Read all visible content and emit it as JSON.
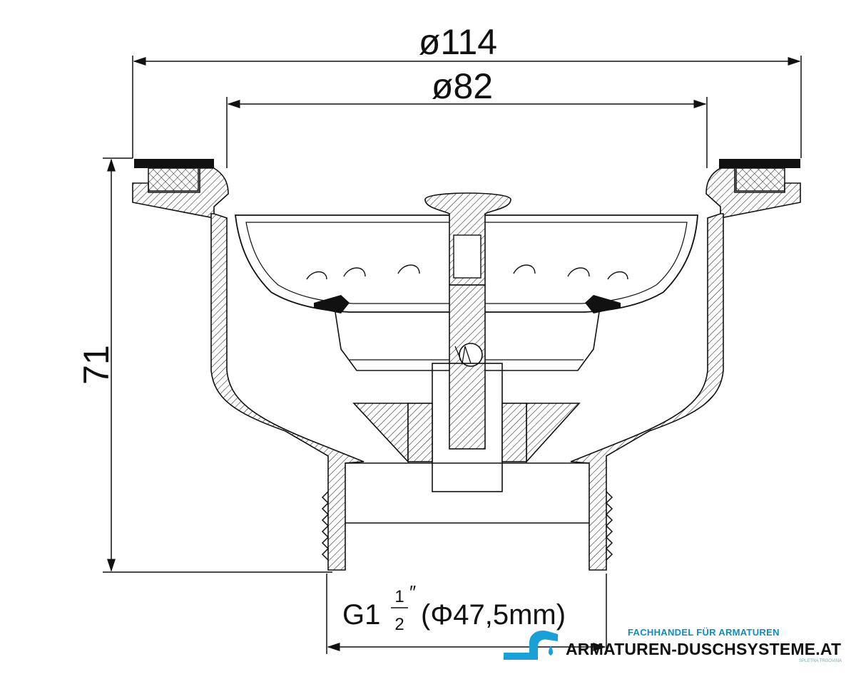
{
  "dimensions": {
    "outer_diameter": "ø114",
    "inner_diameter": "ø82",
    "height": "71",
    "thread_prefix": "G1",
    "thread_numerator": "1",
    "thread_denominator": "2",
    "thread_mark": "″",
    "thread_suffix": "(Φ47,5mm)"
  },
  "branding": {
    "tagline": "FACHHANDEL FÜR ARMATUREN",
    "name": "ARMATUREN-DUSCHSYSTEME.AT",
    "small_text": "SPLETNA TRGOVINA",
    "accent_color": "#1aa0d8",
    "logo_icon": "faucet-icon"
  }
}
